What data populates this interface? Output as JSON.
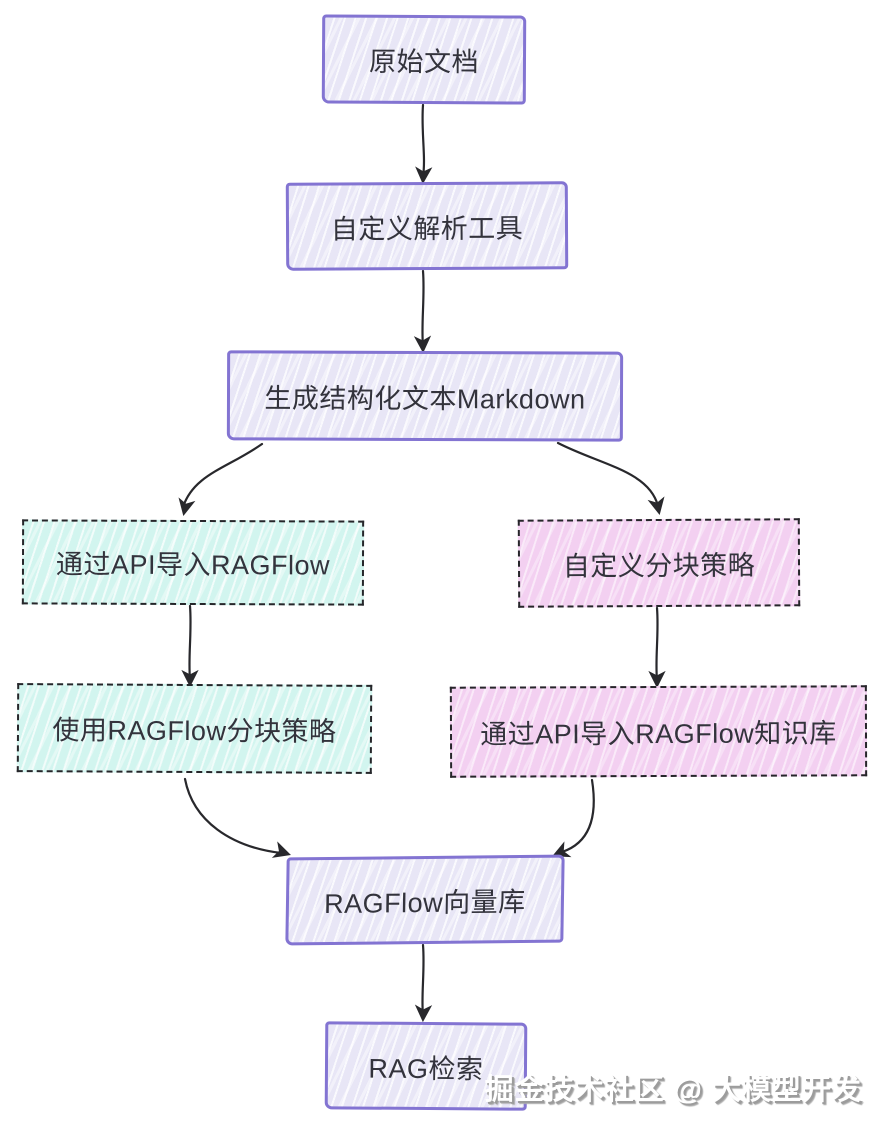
{
  "nodes": {
    "original_doc": {
      "label": "原始文档"
    },
    "parser": {
      "label": "自定义解析工具"
    },
    "markdown": {
      "label": "生成结构化文本Markdown"
    },
    "api_import": {
      "label": "通过API导入RAGFlow"
    },
    "chunk_strategy": {
      "label": "自定义分块策略"
    },
    "ragflow_chunk": {
      "label": "使用RAGFlow分块策略"
    },
    "api_kb": {
      "label": "通过API导入RAGFlow知识库"
    },
    "vector_store": {
      "label": "RAGFlow向量库"
    },
    "rag_retrieval": {
      "label": "RAG检索"
    }
  },
  "edges": [
    {
      "from": "original_doc",
      "to": "parser"
    },
    {
      "from": "parser",
      "to": "markdown"
    },
    {
      "from": "markdown",
      "to": "api_import"
    },
    {
      "from": "markdown",
      "to": "chunk_strategy"
    },
    {
      "from": "api_import",
      "to": "ragflow_chunk"
    },
    {
      "from": "chunk_strategy",
      "to": "api_kb"
    },
    {
      "from": "ragflow_chunk",
      "to": "vector_store"
    },
    {
      "from": "api_kb",
      "to": "vector_store"
    },
    {
      "from": "vector_store",
      "to": "rag_retrieval"
    }
  ],
  "watermark": {
    "text": "掘金技术社区 @ 大模型开发"
  },
  "colors": {
    "purple_border": "#8374d2",
    "purple_fill": "#e8e6f6",
    "cyan_fill": "#d2f5ef",
    "pink_fill": "#f3d0f1",
    "dashed_border": "#26262a",
    "arrow": "#28282c",
    "text": "#33333c",
    "background": "#ffffff",
    "watermark_text": "#ffffff",
    "watermark_shadow": "#9c9c9c"
  }
}
